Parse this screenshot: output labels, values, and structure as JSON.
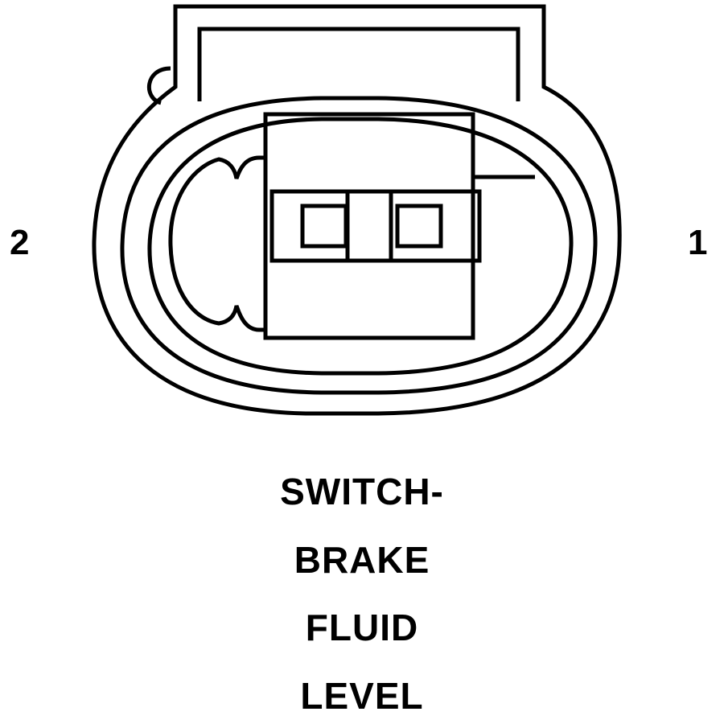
{
  "pins": {
    "left_label": "2",
    "right_label": "1"
  },
  "caption": {
    "lines": [
      "SWITCH-",
      "BRAKE",
      "FLUID",
      "LEVEL"
    ]
  },
  "colors": {
    "line": "#000000",
    "background": "#ffffff"
  }
}
